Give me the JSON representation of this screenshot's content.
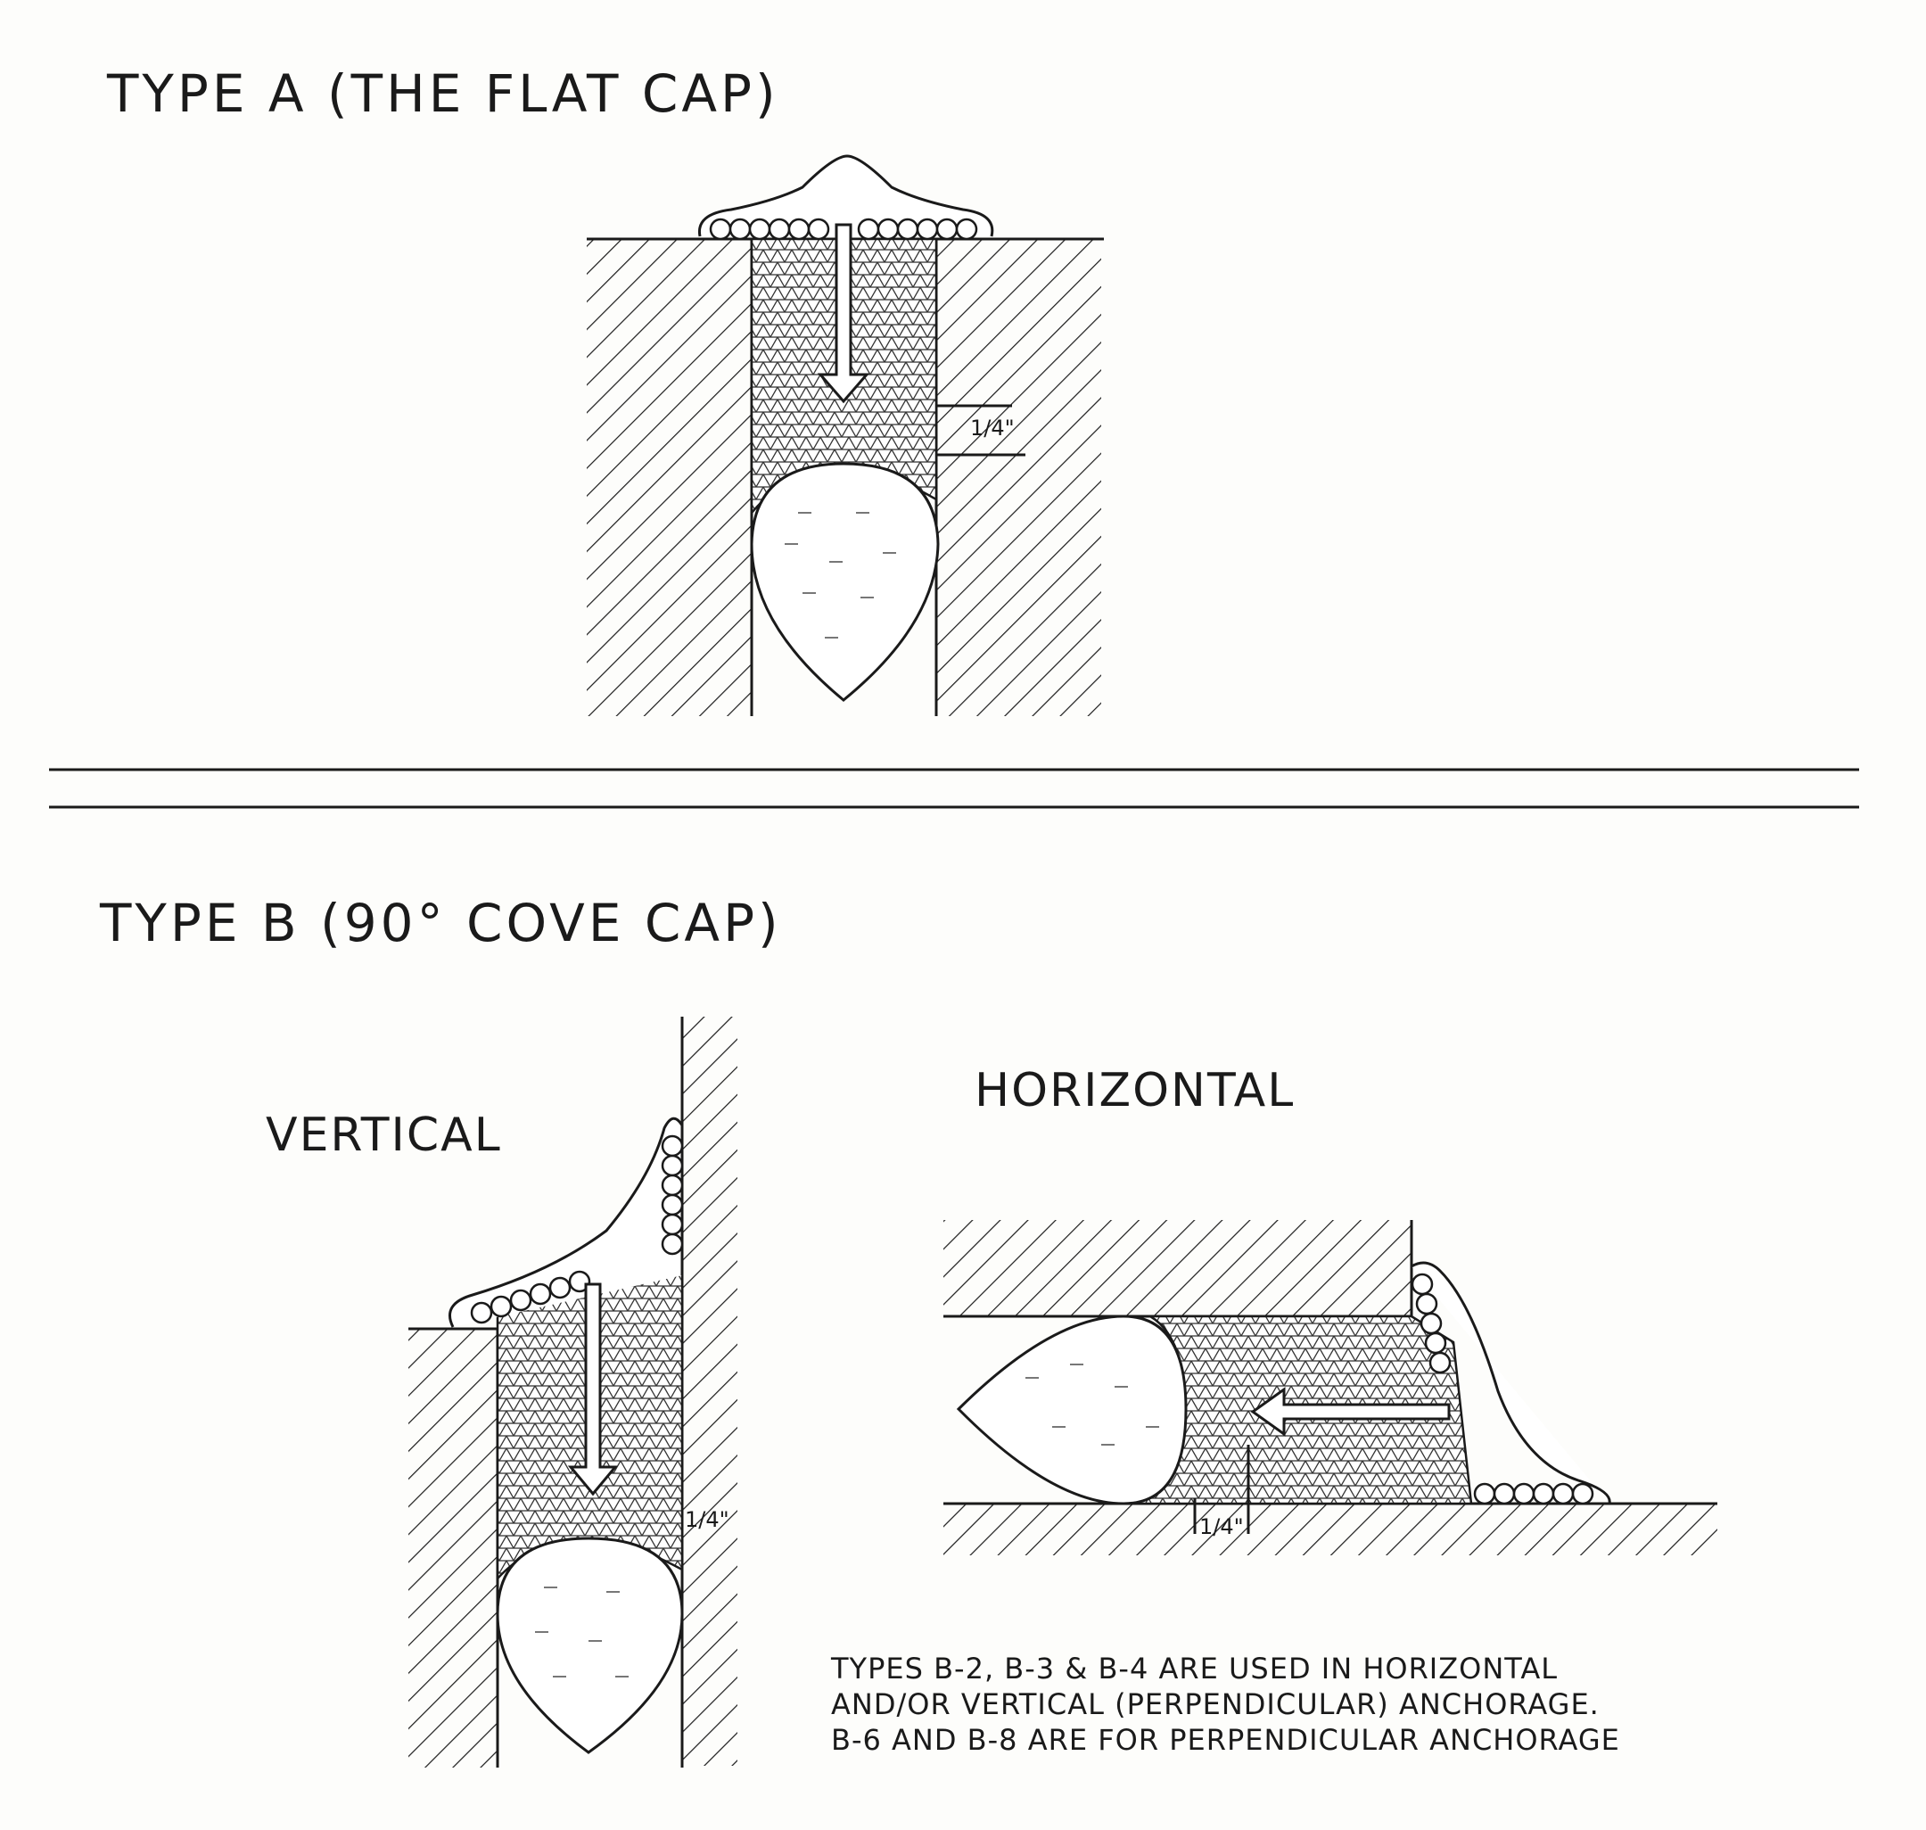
{
  "type_a": {
    "title": "TYPE A (THE FLAT CAP)",
    "dimension": "1/4\""
  },
  "type_b": {
    "title": "TYPE B (90° COVE CAP)",
    "vertical": {
      "label": "VERTICAL",
      "dimension": "1/4\""
    },
    "horizontal": {
      "label": "HORIZONTAL",
      "dimension": "1/4\""
    }
  },
  "note": {
    "line1": "TYPES B-2, B-3 & B-4 ARE USED IN HORIZONTAL",
    "line2": "AND/OR VERTICAL (PERPENDICULAR) ANCHORAGE.",
    "line3": "B-6 AND B-8 ARE FOR PERPENDICULAR ANCHORAGE"
  }
}
